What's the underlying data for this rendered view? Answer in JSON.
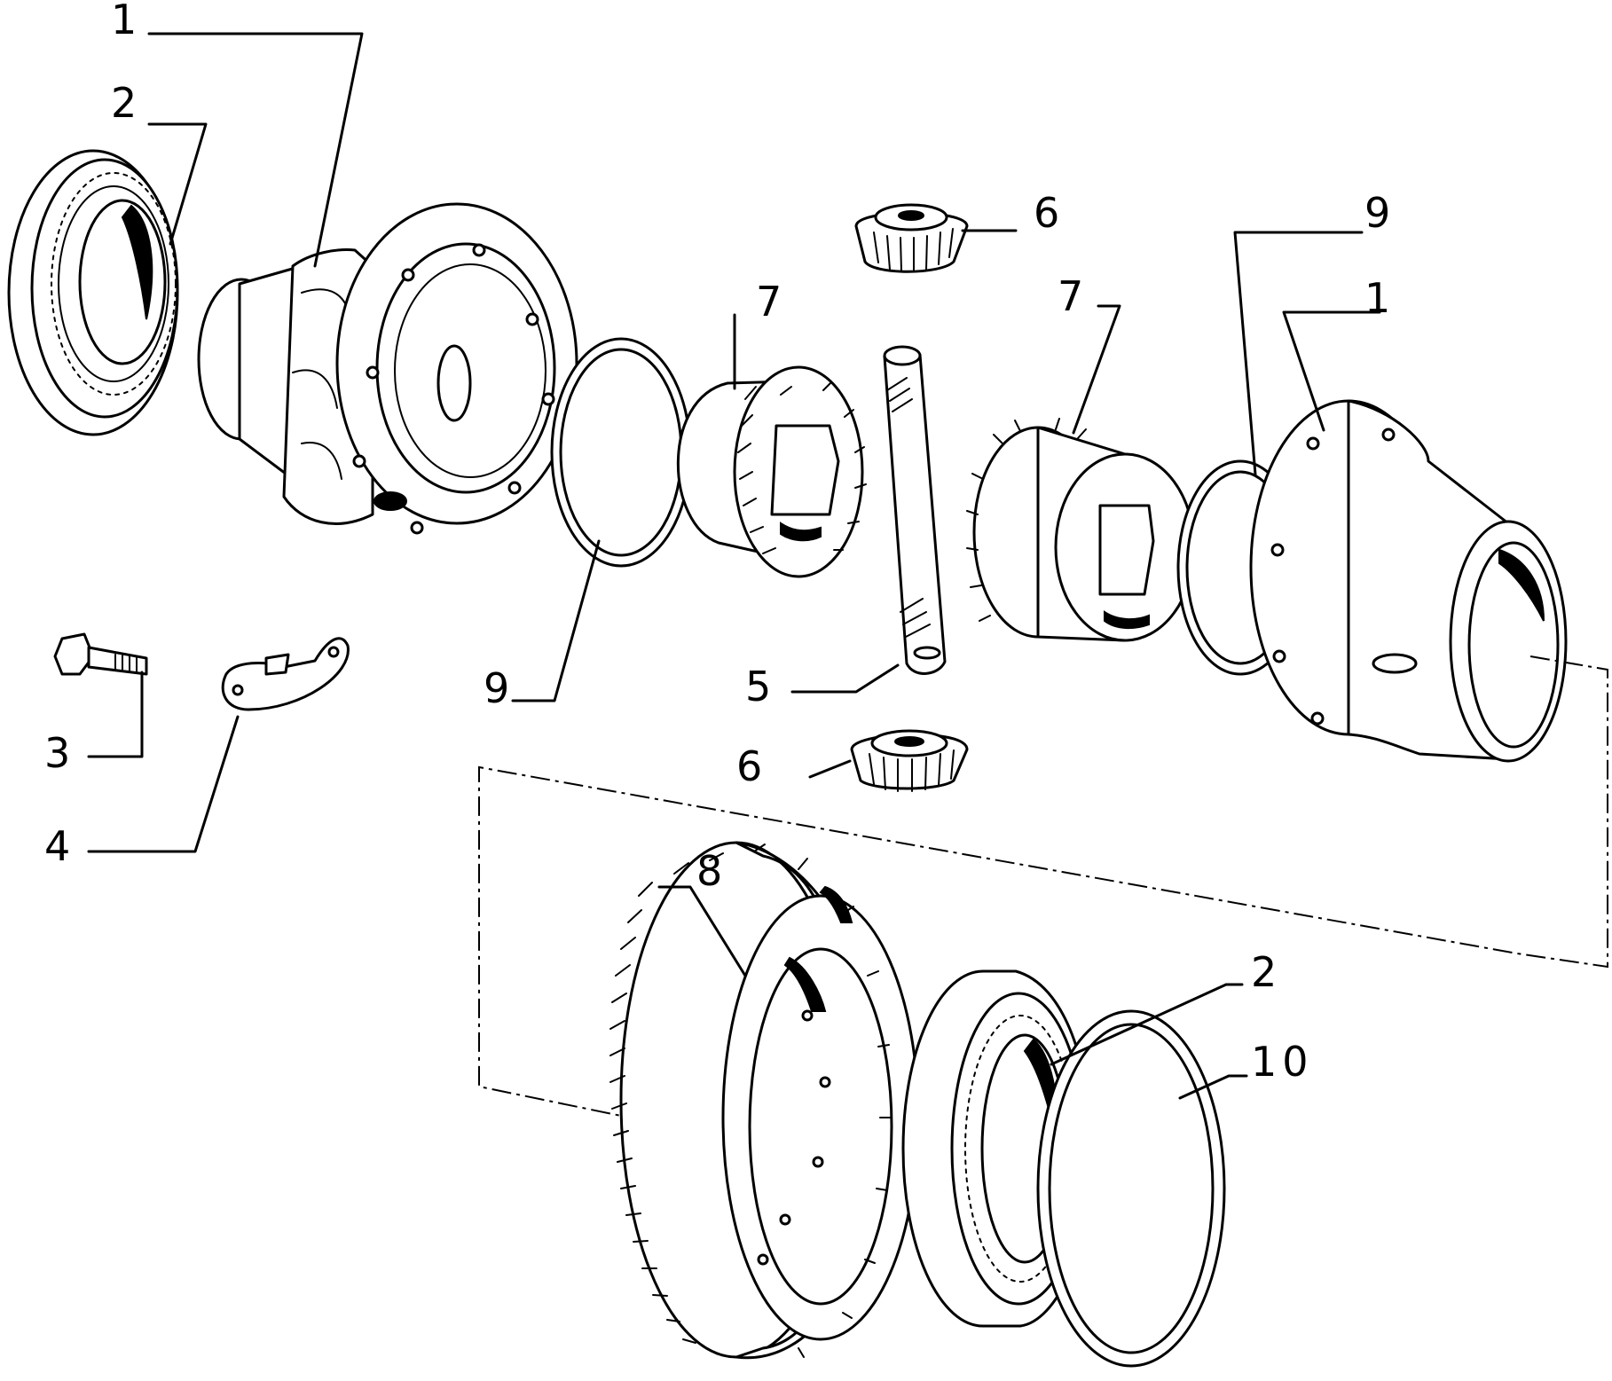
{
  "callouts": [
    {
      "id": "c1a",
      "text": "1"
    },
    {
      "id": "c2a",
      "text": "2"
    },
    {
      "id": "c6a",
      "text": "6"
    },
    {
      "id": "c9a",
      "text": "9"
    },
    {
      "id": "c1b",
      "text": "1"
    },
    {
      "id": "c7a",
      "text": "7"
    },
    {
      "id": "c7b",
      "text": "7"
    },
    {
      "id": "c9b",
      "text": "9"
    },
    {
      "id": "c5",
      "text": "5"
    },
    {
      "id": "c3",
      "text": "3"
    },
    {
      "id": "c4",
      "text": "4"
    },
    {
      "id": "c6b",
      "text": "6"
    },
    {
      "id": "c8",
      "text": "8"
    },
    {
      "id": "c2b",
      "text": "2"
    },
    {
      "id": "c10",
      "text": "10"
    }
  ]
}
